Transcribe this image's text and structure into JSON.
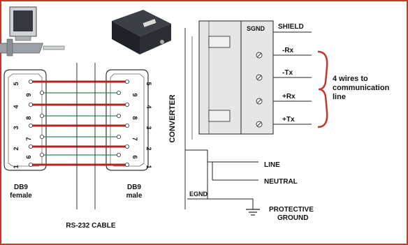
{
  "labels": {
    "db9_female": [
      "DB9",
      "female"
    ],
    "db9_male": [
      "DB9",
      "male"
    ],
    "cable": "RS-232 CABLE",
    "converter": "CONVERTER",
    "sgnd": "SGND",
    "shield": "SHIELD",
    "rx_minus": "-Rx",
    "tx_minus": "-Tx",
    "rx_plus": "+Rx",
    "tx_plus": "+Tx",
    "wires_note": [
      "4 wires to",
      "communication",
      "line"
    ],
    "egnd": "EGND",
    "line": "LINE",
    "neutral": "NEUTRAL",
    "protective_ground": [
      "PROTECTIVE",
      "GROUND"
    ]
  },
  "pins_female": [
    "5",
    "9",
    "4",
    "8",
    "3",
    "7",
    "2",
    "6",
    "1"
  ],
  "pins_male": [
    "5",
    "9",
    "4",
    "8",
    "3",
    "7",
    "2",
    "6",
    "1"
  ],
  "colors": {
    "frame_border": "#c0392b",
    "red_wire": "#b22222",
    "green_wire": "#2e8b57",
    "brace": "#c0392b",
    "terminal_fill": "#e6e6e6"
  },
  "icons": [
    "computer-icon",
    "converter-device-icon",
    "terminal-screw-icon",
    "ground-icon"
  ]
}
